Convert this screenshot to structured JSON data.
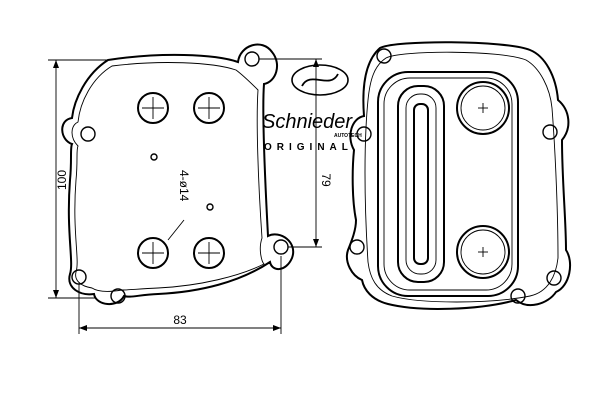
{
  "dimensions": {
    "height": "100",
    "width": "83",
    "hole_spacing": "79",
    "holes_note": "4-ø14"
  },
  "logo": {
    "brand": "Schnieder",
    "sub": "AUTOTECH",
    "tagline": "ORIGINAL"
  }
}
